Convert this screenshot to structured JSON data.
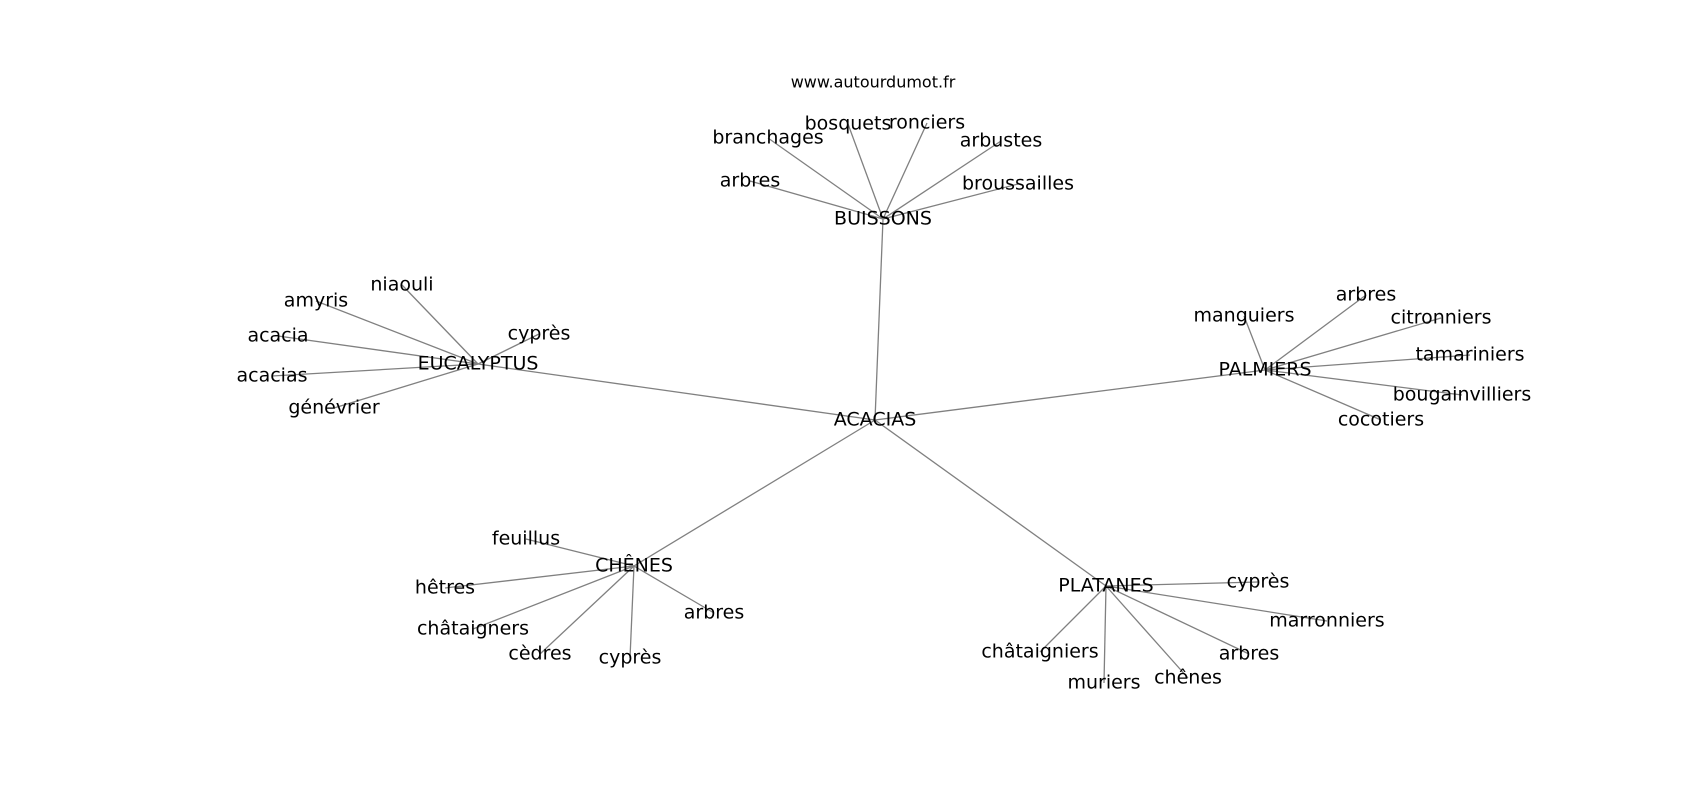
{
  "site": "www.autourdumot.fr",
  "center": "ACACIAS",
  "groups": [
    {
      "label": "BUISSONS",
      "leaves": [
        "branchages",
        "bosquets",
        "ronciers",
        "arbustes",
        "arbres",
        "broussailles"
      ]
    },
    {
      "label": "EUCALYPTUS",
      "leaves": [
        "niaouli",
        "amyris",
        "acacia",
        "acacias",
        "génévrier",
        "cyprès"
      ]
    },
    {
      "label": "PALMIERS",
      "leaves": [
        "manguiers",
        "arbres",
        "citronniers",
        "tamariniers",
        "bougainvilliers",
        "cocotiers"
      ]
    },
    {
      "label": "CHÊNES",
      "leaves": [
        "feuillus",
        "hêtres",
        "châtaigners",
        "cèdres",
        "cyprès",
        "arbres"
      ]
    },
    {
      "label": "PLATANES",
      "leaves": [
        "cyprès",
        "marronniers",
        "arbres",
        "chênes",
        "muriers",
        "châtaigniers"
      ]
    }
  ]
}
